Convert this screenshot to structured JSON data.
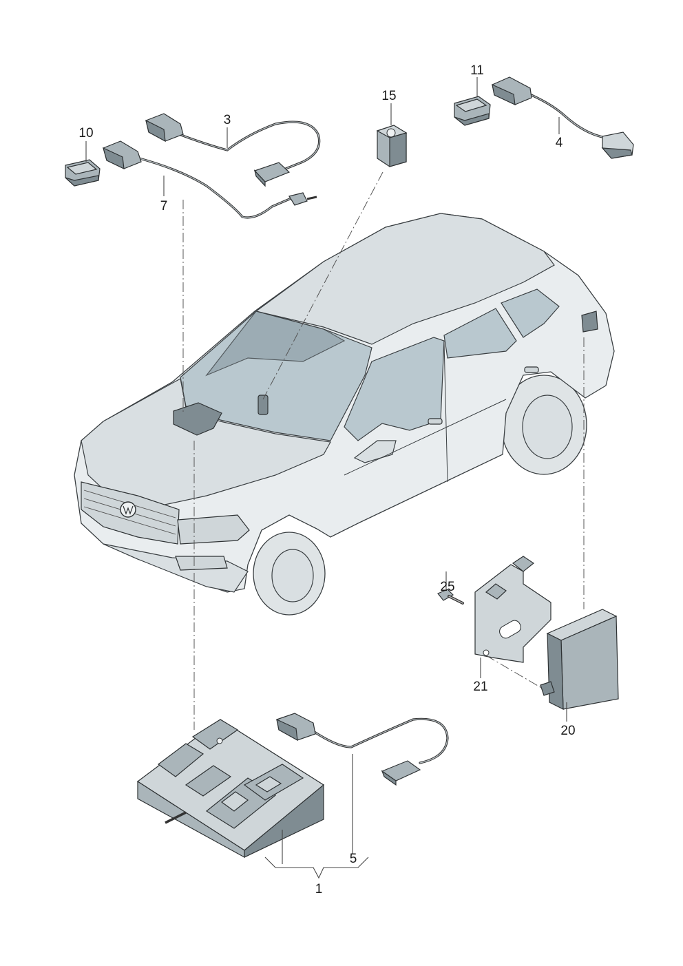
{
  "diagram": {
    "part_labels": {
      "p1": "1",
      "p3": "3",
      "p4": "4",
      "p5": "5",
      "p7": "7",
      "p10": "10",
      "p11": "11",
      "p15": "15",
      "p20": "20",
      "p21": "21",
      "p25": "25"
    }
  }
}
